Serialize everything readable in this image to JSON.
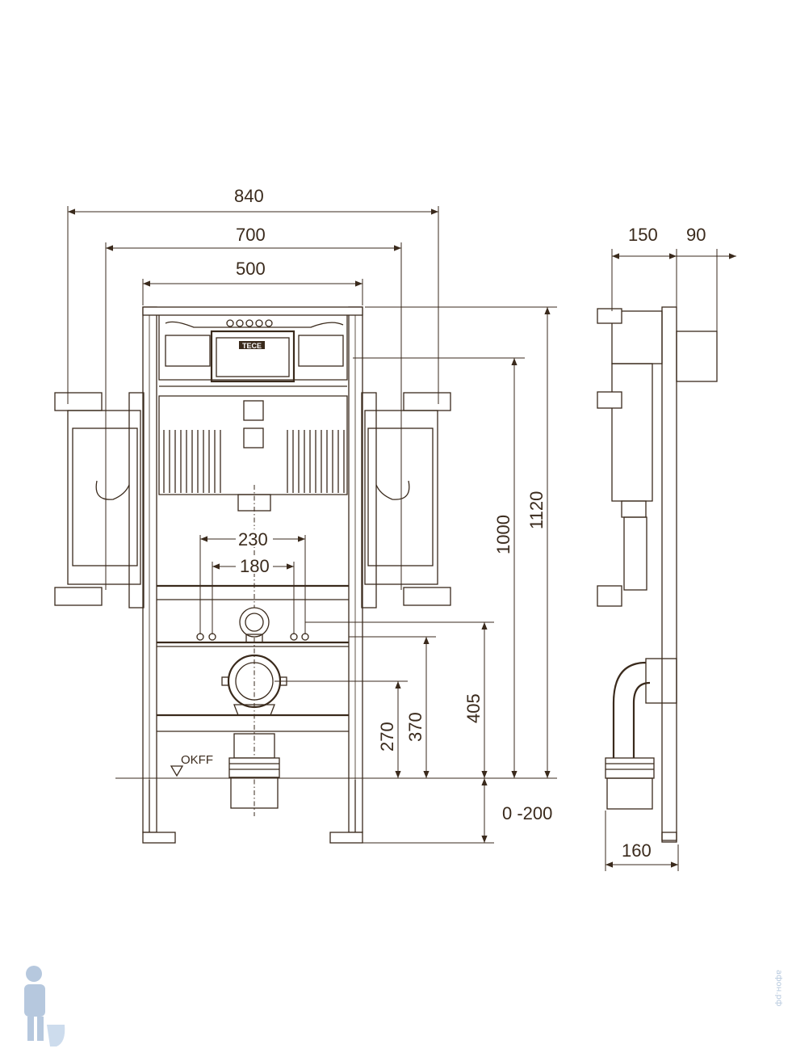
{
  "dimensions": {
    "overall_width": "840",
    "frame_width_outer": "700",
    "frame_width_inner": "500",
    "depth_frame": "150",
    "depth_offset": "90",
    "height_total": "1120",
    "height_cistern": "1000",
    "height_bolts": "405",
    "height_drain": "370",
    "height_drain_lower": "270",
    "adjustable_feet": "0 -200",
    "bolt_spacing_outer": "230",
    "bolt_spacing_inner": "180",
    "foot_depth": "160"
  },
  "labels": {
    "floor_level": "OKFF",
    "brand": "TECE"
  },
  "watermark": {
    "site": "афон.рф"
  },
  "colors": {
    "line": "#3a2a1c",
    "watermark": "#a9bfd8"
  }
}
